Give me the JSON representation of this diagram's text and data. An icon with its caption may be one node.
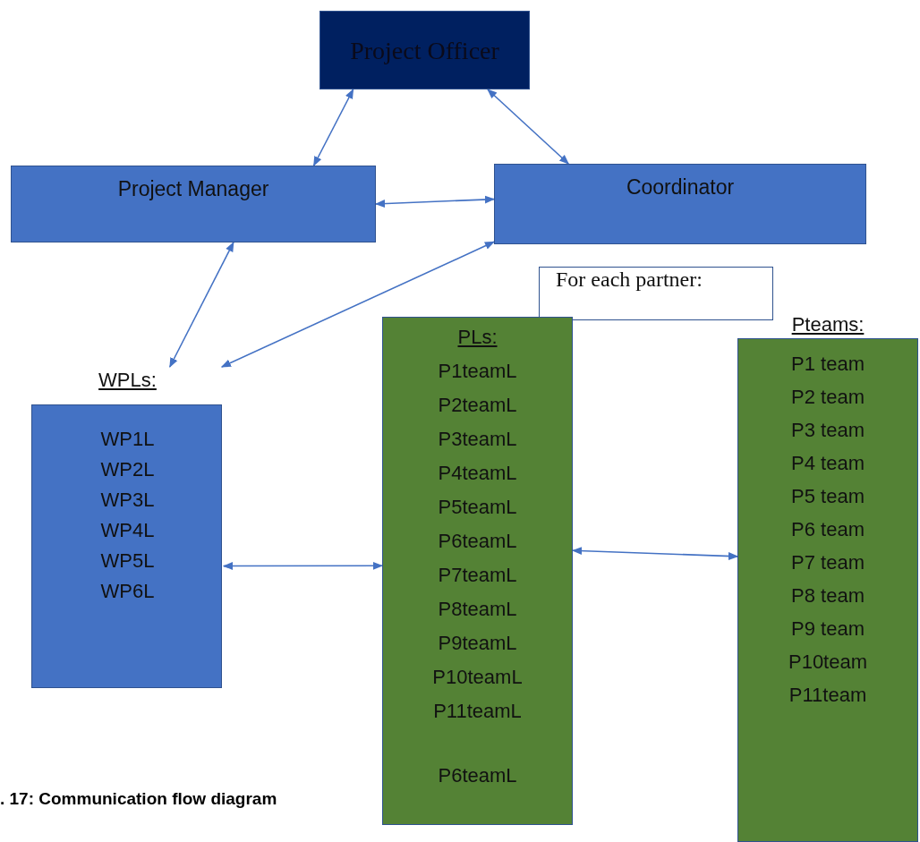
{
  "diagram": {
    "caption": ". 17: Communication flow diagram",
    "nodes": [
      {
        "text": [
          "Project Officer"
        ]
      },
      {
        "text": [
          "Project Manager"
        ]
      },
      {
        "text": [
          "Coordinator"
        ]
      },
      {
        "text": [
          "For each partner:"
        ]
      },
      {
        "text": [
          "WPLs:",
          "WP1L",
          "WP2L",
          "WP3L",
          "WP4L",
          "WP5L",
          "WP6L"
        ]
      },
      {
        "text": [
          "PLs:",
          "P1teamL",
          "P2teamL",
          "P3teamL",
          "P4teamL",
          "P5teamL",
          "P6teamL",
          "P7teamL",
          "P8teamL",
          "P9teamL",
          "P10teamL",
          "P11teamL",
          "P6teamL"
        ]
      },
      {
        "text": [
          "Pteams:",
          "P1 team",
          "P2 team",
          "P3 team",
          "P4 team",
          "P5 team",
          "P6 team",
          "P7 team",
          "P8 team",
          "P9 team",
          "P10team",
          "P11team"
        ]
      }
    ],
    "edges": [
      {
        "from": 0,
        "to": 1,
        "arrow": "both"
      },
      {
        "from": 0,
        "to": 2,
        "arrow": "both"
      },
      {
        "from": 1,
        "to": 2,
        "arrow": "both"
      },
      {
        "from": 1,
        "to": 4,
        "arrow": "both"
      },
      {
        "from": 2,
        "to": 4,
        "arrow": "both"
      },
      {
        "from": 4,
        "to": 5,
        "arrow": "both"
      },
      {
        "from": 5,
        "to": 6,
        "arrow": "both"
      }
    ]
  }
}
